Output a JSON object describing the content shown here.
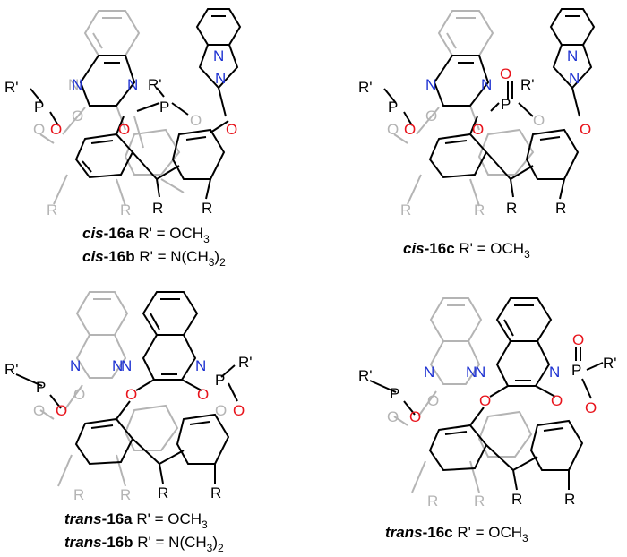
{
  "colors": {
    "bond_black": "#000000",
    "bond_gray": "#b4b4b4",
    "oxygen": "#e8141c",
    "nitrogen": "#1e32d2"
  },
  "atoms": {
    "oxygen": "O",
    "nitrogen": "N",
    "phosphorus": "P",
    "substituent_r": "R",
    "substituent_rprime": "R'"
  },
  "captions": {
    "cis_a": {
      "stereo": "cis",
      "compound": "-16a",
      "rest": " R' = OCH",
      "sub": "3",
      "tail": ""
    },
    "cis_b": {
      "stereo": "cis",
      "compound": "-16b",
      "rest": " R' = N(CH",
      "sub": "3",
      "tail": ")",
      "sub2": "2"
    },
    "cis_c": {
      "stereo": "cis",
      "compound": "-16c",
      "rest": " R' = OCH",
      "sub": "3",
      "tail": ""
    },
    "trans_a": {
      "stereo": "trans",
      "compound": "-16a",
      "rest": " R' = OCH",
      "sub": "3",
      "tail": ""
    },
    "trans_b": {
      "stereo": "trans",
      "compound": "-16b",
      "rest": " R' = N(CH",
      "sub": "3",
      "tail": ")",
      "sub2": "2"
    },
    "trans_c": {
      "stereo": "trans",
      "compound": "-16c",
      "rest": " R' = OCH",
      "sub": "3",
      "tail": ""
    }
  }
}
